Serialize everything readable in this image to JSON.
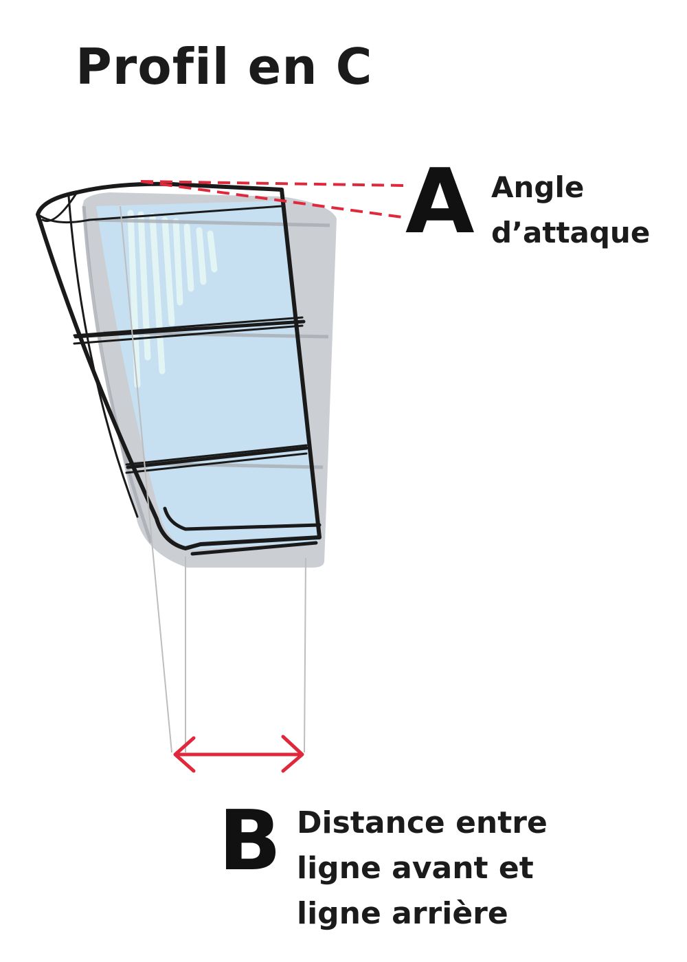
{
  "diagram": {
    "title": "Profil en C",
    "markers": {
      "a": {
        "letter": "A",
        "label_lines": [
          "Angle",
          "d’attaque"
        ]
      },
      "b": {
        "letter": "B",
        "label_lines": [
          "Distance entre",
          "ligne avant et",
          "ligne arrière"
        ]
      }
    },
    "colors": {
      "outline": "#1a1a1a",
      "shadow": "#b9bec4",
      "glass": "#c5e0f2",
      "highlight": "#e6f6f4",
      "annotation": "#e0283c",
      "guide": "#bdbdbd"
    }
  }
}
